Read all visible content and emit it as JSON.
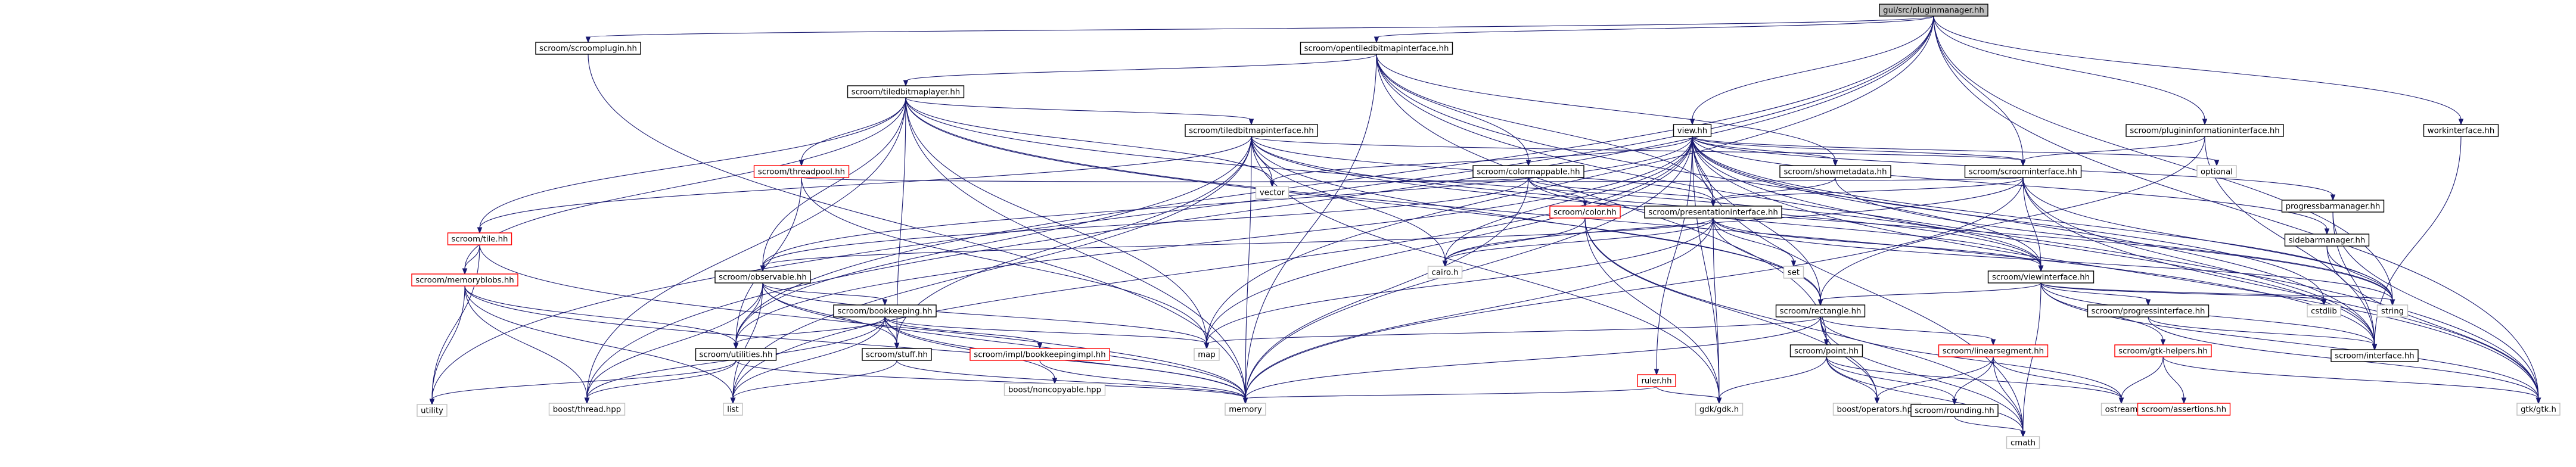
{
  "diagram": {
    "root": "gui/src/pluginmanager.hh",
    "colors": {
      "edge": "#191970",
      "root_fill": "#bfbfbf",
      "root_stroke": "#000000",
      "node_fill": "#ffffff",
      "node_stroke": "#000000",
      "unresolved_stroke": "#bfbfbf",
      "text": "#000000",
      "red_text": "#ff0000"
    },
    "nodes": [
      {
        "id": "root",
        "label": "gui/src/pluginmanager.hh",
        "style": "root"
      },
      {
        "id": "scroomplugin",
        "label": "scroom/scroomplugin.hh",
        "style": "normal"
      },
      {
        "id": "opentiled",
        "label": "scroom/opentiledbitmapinterface.hh",
        "style": "normal"
      },
      {
        "id": "viewhh",
        "label": "view.hh",
        "style": "normal"
      },
      {
        "id": "plugininfo",
        "label": "scroom/plugininformationinterface.hh",
        "style": "normal"
      },
      {
        "id": "workinterface",
        "label": "workinterface.hh",
        "style": "normal"
      },
      {
        "id": "tiledlayer",
        "label": "scroom/tiledbitmaplayer.hh",
        "style": "normal"
      },
      {
        "id": "tiledinterface",
        "label": "scroom/tiledbitmapinterface.hh",
        "style": "normal"
      },
      {
        "id": "colormappable",
        "label": "scroom/colormappable.hh",
        "style": "normal"
      },
      {
        "id": "showmetadata",
        "label": "scroom/showmetadata.hh",
        "style": "normal"
      },
      {
        "id": "scroominterface",
        "label": "scroom/scroominterface.hh",
        "style": "normal"
      },
      {
        "id": "optional",
        "label": "optional",
        "style": "unresolved"
      },
      {
        "id": "progressbar",
        "label": "progressbarmanager.hh",
        "style": "normal"
      },
      {
        "id": "threadpool",
        "label": "scroom/threadpool.hh",
        "style": "red"
      },
      {
        "id": "vector",
        "label": "vector",
        "style": "unresolved"
      },
      {
        "id": "colorhh",
        "label": "scroom/color.hh",
        "style": "red"
      },
      {
        "id": "presentation",
        "label": "scroom/presentationinterface.hh",
        "style": "normal"
      },
      {
        "id": "sidebar",
        "label": "sidebarmanager.hh",
        "style": "normal"
      },
      {
        "id": "tilehh",
        "label": "scroom/tile.hh",
        "style": "red"
      },
      {
        "id": "observable",
        "label": "scroom/observable.hh",
        "style": "normal"
      },
      {
        "id": "cairo",
        "label": "cairo.h",
        "style": "unresolved"
      },
      {
        "id": "set",
        "label": "set",
        "style": "unresolved"
      },
      {
        "id": "viewinterface",
        "label": "scroom/viewinterface.hh",
        "style": "normal"
      },
      {
        "id": "memoryblobs",
        "label": "scroom/memoryblobs.hh",
        "style": "red"
      },
      {
        "id": "bookkeeping",
        "label": "scroom/bookkeeping.hh",
        "style": "normal"
      },
      {
        "id": "rectangle",
        "label": "scroom/rectangle.hh",
        "style": "normal"
      },
      {
        "id": "progressinterface",
        "label": "scroom/progressinterface.hh",
        "style": "normal"
      },
      {
        "id": "cstdlib",
        "label": "cstdlib",
        "style": "unresolved"
      },
      {
        "id": "stringn",
        "label": "string",
        "style": "unresolved"
      },
      {
        "id": "utilities",
        "label": "scroom/utilities.hh",
        "style": "normal"
      },
      {
        "id": "stuff",
        "label": "scroom/stuff.hh",
        "style": "normal"
      },
      {
        "id": "bookkeepingimpl",
        "label": "scroom/impl/bookkeepingimpl.hh",
        "style": "red"
      },
      {
        "id": "mapn",
        "label": "map",
        "style": "unresolved"
      },
      {
        "id": "noncopyable",
        "label": "boost/noncopyable.hpp",
        "style": "unresolved"
      },
      {
        "id": "rulerhh",
        "label": "ruler.hh",
        "style": "red"
      },
      {
        "id": "pointhh",
        "label": "scroom/point.hh",
        "style": "normal"
      },
      {
        "id": "linearsegment",
        "label": "scroom/linearsegment.hh",
        "style": "red"
      },
      {
        "id": "gtkhelpers",
        "label": "scroom/gtk-helpers.hh",
        "style": "red"
      },
      {
        "id": "interfacehh",
        "label": "scroom/interface.hh",
        "style": "normal"
      },
      {
        "id": "utility",
        "label": "utility",
        "style": "unresolved"
      },
      {
        "id": "boostthread",
        "label": "boost/thread.hpp",
        "style": "unresolved"
      },
      {
        "id": "listn",
        "label": "list",
        "style": "unresolved"
      },
      {
        "id": "memory",
        "label": "memory",
        "style": "unresolved"
      },
      {
        "id": "gdkh",
        "label": "gdk/gdk.h",
        "style": "unresolved"
      },
      {
        "id": "operators",
        "label": "boost/operators.hpp",
        "style": "unresolved"
      },
      {
        "id": "rounding",
        "label": "scroom/rounding.hh",
        "style": "normal"
      },
      {
        "id": "ostream",
        "label": "ostream",
        "style": "unresolved"
      },
      {
        "id": "assertions",
        "label": "scroom/assertions.hh",
        "style": "red"
      },
      {
        "id": "gtkh",
        "label": "gtk/gtk.h",
        "style": "unresolved"
      },
      {
        "id": "cmath",
        "label": "cmath",
        "style": "unresolved"
      }
    ],
    "edges": [
      [
        "root",
        "scroomplugin"
      ],
      [
        "root",
        "opentiled"
      ],
      [
        "root",
        "viewhh"
      ],
      [
        "root",
        "plugininfo"
      ],
      [
        "root",
        "workinterface"
      ],
      [
        "root",
        "utility"
      ],
      [
        "root",
        "boostthread"
      ],
      [
        "root",
        "utilities"
      ],
      [
        "root",
        "stringn"
      ],
      [
        "root",
        "gtkh"
      ],
      [
        "root",
        "scroominterface"
      ],
      [
        "root",
        "mapn"
      ],
      [
        "scroomplugin",
        "memory"
      ],
      [
        "opentiled",
        "tiledlayer"
      ],
      [
        "opentiled",
        "colormappable"
      ],
      [
        "opentiled",
        "showmetadata"
      ],
      [
        "opentiled",
        "presentation"
      ],
      [
        "opentiled",
        "gtkh"
      ],
      [
        "opentiled",
        "interfacehh"
      ],
      [
        "opentiled",
        "memory"
      ],
      [
        "opentiled",
        "pointhh"
      ],
      [
        "tiledlayer",
        "tiledinterface"
      ],
      [
        "tiledlayer",
        "threadpool"
      ],
      [
        "tiledlayer",
        "tilehh"
      ],
      [
        "tiledlayer",
        "observable"
      ],
      [
        "tiledlayer",
        "vector"
      ],
      [
        "tiledlayer",
        "memoryblobs"
      ],
      [
        "tiledlayer",
        "stuff"
      ],
      [
        "tiledlayer",
        "mapn"
      ],
      [
        "tiledlayer",
        "memory"
      ],
      [
        "tiledlayer",
        "viewinterface"
      ],
      [
        "tiledlayer",
        "interfacehh"
      ],
      [
        "tiledlayer",
        "rectangle"
      ],
      [
        "tiledlayer",
        "boostthread"
      ],
      [
        "tiledinterface",
        "vector"
      ],
      [
        "tiledinterface",
        "presentation"
      ],
      [
        "tiledinterface",
        "scroominterface"
      ],
      [
        "tiledinterface",
        "rectangle"
      ],
      [
        "tiledinterface",
        "viewinterface"
      ],
      [
        "tiledinterface",
        "tilehh"
      ],
      [
        "tiledinterface",
        "utilities"
      ],
      [
        "tiledinterface",
        "cairo"
      ],
      [
        "tiledinterface",
        "memory"
      ],
      [
        "tiledinterface",
        "gdkh"
      ],
      [
        "tiledinterface",
        "stuff"
      ],
      [
        "tiledinterface",
        "stringn"
      ],
      [
        "tiledinterface",
        "listn"
      ],
      [
        "viewhh",
        "optional"
      ],
      [
        "viewhh",
        "progressbar"
      ],
      [
        "viewhh",
        "sidebar"
      ],
      [
        "viewhh",
        "scroominterface"
      ],
      [
        "viewhh",
        "presentation"
      ],
      [
        "viewhh",
        "viewinterface"
      ],
      [
        "viewhh",
        "rulerhh"
      ],
      [
        "viewhh",
        "vector"
      ],
      [
        "viewhh",
        "cairo"
      ],
      [
        "viewhh",
        "stringn"
      ],
      [
        "viewhh",
        "cstdlib"
      ],
      [
        "viewhh",
        "gtkh"
      ],
      [
        "viewhh",
        "gdkh"
      ],
      [
        "viewhh",
        "cmath"
      ],
      [
        "viewhh",
        "mapn"
      ],
      [
        "viewhh",
        "memory"
      ],
      [
        "viewhh",
        "rectangle"
      ],
      [
        "viewhh",
        "utilities"
      ],
      [
        "viewhh",
        "interfacehh"
      ],
      [
        "viewhh",
        "listn"
      ],
      [
        "viewhh",
        "observable"
      ],
      [
        "viewhh",
        "showmetadata"
      ],
      [
        "plugininfo",
        "scroominterface"
      ],
      [
        "plugininfo",
        "interfacehh"
      ],
      [
        "plugininfo",
        "rectangle"
      ],
      [
        "workinterface",
        "interfacehh"
      ],
      [
        "colormappable",
        "colorhh"
      ],
      [
        "colormappable",
        "observable"
      ],
      [
        "colormappable",
        "presentation"
      ],
      [
        "colormappable",
        "vector"
      ],
      [
        "colormappable",
        "memory"
      ],
      [
        "colormappable",
        "viewinterface"
      ],
      [
        "showmetadata",
        "presentation"
      ],
      [
        "showmetadata",
        "stringn"
      ],
      [
        "scroominterface",
        "presentation"
      ],
      [
        "scroominterface",
        "viewinterface"
      ],
      [
        "scroominterface",
        "vector"
      ],
      [
        "scroominterface",
        "gtkh"
      ],
      [
        "scroominterface",
        "memory"
      ],
      [
        "scroominterface",
        "stringn"
      ],
      [
        "scroominterface",
        "interfacehh"
      ],
      [
        "scroominterface",
        "cairo"
      ],
      [
        "progressbar",
        "gtkh"
      ],
      [
        "progressbar",
        "interfacehh"
      ],
      [
        "threadpool",
        "vector"
      ],
      [
        "threadpool",
        "mapn"
      ],
      [
        "threadpool",
        "utilities"
      ],
      [
        "colorhh",
        "cairo"
      ],
      [
        "colorhh",
        "operators"
      ],
      [
        "colorhh",
        "cmath"
      ],
      [
        "colorhh",
        "gdkh"
      ],
      [
        "presentation",
        "set"
      ],
      [
        "presentation",
        "cairo"
      ],
      [
        "presentation",
        "observable"
      ],
      [
        "presentation",
        "viewinterface"
      ],
      [
        "presentation",
        "rectangle"
      ],
      [
        "presentation",
        "memory"
      ],
      [
        "presentation",
        "gdkh"
      ],
      [
        "presentation",
        "mapn"
      ],
      [
        "presentation",
        "stringn"
      ],
      [
        "sidebar",
        "stringn"
      ],
      [
        "sidebar",
        "gtkh"
      ],
      [
        "tilehh",
        "memoryblobs"
      ],
      [
        "tilehh",
        "utility"
      ],
      [
        "tilehh",
        "memory"
      ],
      [
        "observable",
        "bookkeeping"
      ],
      [
        "observable",
        "utilities"
      ],
      [
        "observable",
        "boostthread"
      ],
      [
        "observable",
        "listn"
      ],
      [
        "observable",
        "memory"
      ],
      [
        "observable",
        "mapn"
      ],
      [
        "observable",
        "stuff"
      ],
      [
        "viewinterface",
        "rectangle"
      ],
      [
        "viewinterface",
        "progressinterface"
      ],
      [
        "viewinterface",
        "gtkhelpers"
      ],
      [
        "viewinterface",
        "interfacehh"
      ],
      [
        "viewinterface",
        "cstdlib"
      ],
      [
        "viewinterface",
        "stringn"
      ],
      [
        "viewinterface",
        "gtkh"
      ],
      [
        "viewinterface",
        "cmath"
      ],
      [
        "memoryblobs",
        "utilities"
      ],
      [
        "memoryblobs",
        "boostthread"
      ],
      [
        "memoryblobs",
        "listn"
      ],
      [
        "memoryblobs",
        "memory"
      ],
      [
        "memoryblobs",
        "utility"
      ],
      [
        "bookkeeping",
        "utilities"
      ],
      [
        "bookkeeping",
        "stuff"
      ],
      [
        "bookkeeping",
        "bookkeepingimpl"
      ],
      [
        "bookkeeping",
        "mapn"
      ],
      [
        "bookkeeping",
        "noncopyable"
      ],
      [
        "bookkeeping",
        "memory"
      ],
      [
        "bookkeeping",
        "boostthread"
      ],
      [
        "bookkeeping",
        "listn"
      ],
      [
        "rectangle",
        "pointhh"
      ],
      [
        "rectangle",
        "linearsegment"
      ],
      [
        "rectangle",
        "mapn"
      ],
      [
        "rectangle",
        "memory"
      ],
      [
        "rectangle",
        "operators"
      ],
      [
        "rectangle",
        "ostream"
      ],
      [
        "rectangle",
        "cmath"
      ],
      [
        "progressinterface",
        "interfacehh"
      ],
      [
        "progressinterface",
        "gtkh"
      ],
      [
        "utilities",
        "boostthread"
      ],
      [
        "utilities",
        "memory"
      ],
      [
        "utilities",
        "utility"
      ],
      [
        "stuff",
        "memory"
      ],
      [
        "stuff",
        "listn"
      ],
      [
        "bookkeepingimpl",
        "memory"
      ],
      [
        "rulerhh",
        "gdkh"
      ],
      [
        "rulerhh",
        "memory"
      ],
      [
        "pointhh",
        "rounding"
      ],
      [
        "pointhh",
        "operators"
      ],
      [
        "pointhh",
        "ostream"
      ],
      [
        "pointhh",
        "gdkh"
      ],
      [
        "pointhh",
        "cmath"
      ],
      [
        "linearsegment",
        "rounding"
      ],
      [
        "linearsegment",
        "operators"
      ],
      [
        "linearsegment",
        "ostream"
      ],
      [
        "linearsegment",
        "cmath"
      ],
      [
        "gtkhelpers",
        "assertions"
      ],
      [
        "gtkhelpers",
        "ostream"
      ],
      [
        "gtkhelpers",
        "gtkh"
      ],
      [
        "rounding",
        "cmath"
      ]
    ]
  }
}
